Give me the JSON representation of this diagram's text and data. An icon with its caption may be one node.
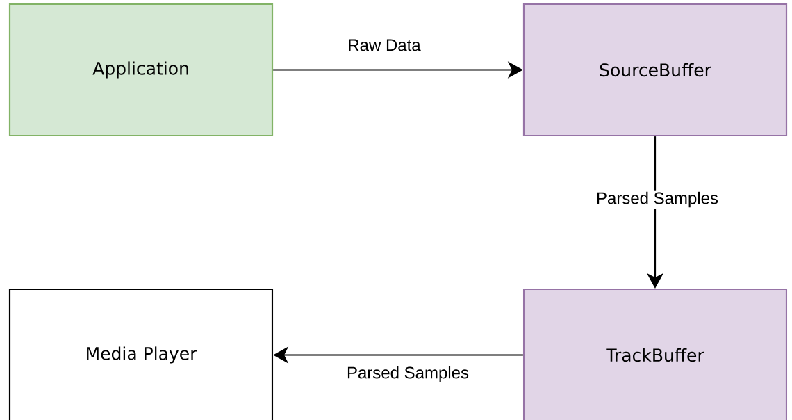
{
  "diagram": {
    "nodes": [
      {
        "text": [
          "Application"
        ]
      },
      {
        "text": [
          "SourceBuffer"
        ]
      },
      {
        "text": [
          "Media Player"
        ]
      },
      {
        "text": [
          "TrackBuffer"
        ]
      }
    ],
    "edges": [
      {
        "from": 0,
        "to": 1,
        "arrow": "to",
        "label": "Raw Data"
      },
      {
        "from": 1,
        "to": 3,
        "arrow": "to",
        "label": "Parsed Samples"
      },
      {
        "from": 3,
        "to": 2,
        "arrow": "to",
        "label": "Parsed Samples"
      }
    ]
  }
}
